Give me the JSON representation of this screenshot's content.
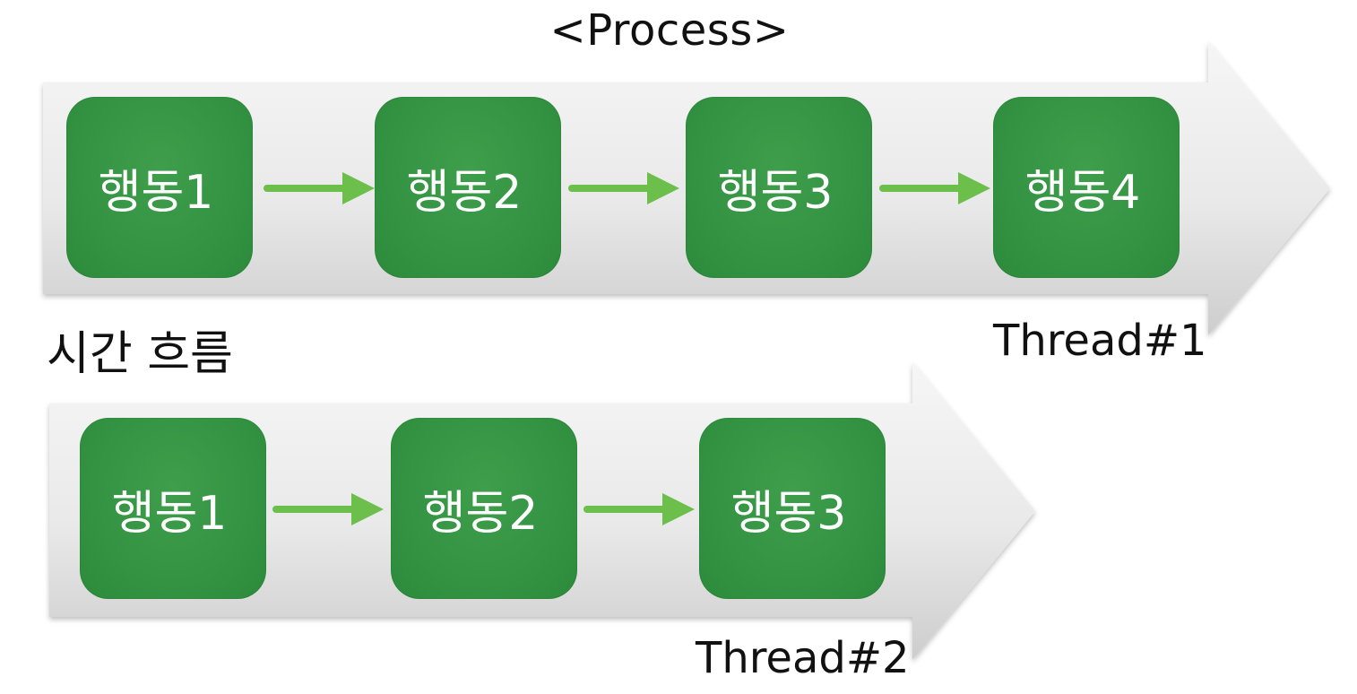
{
  "title": "<Process>",
  "time_label": "시간 흐름",
  "colors": {
    "box_green": "#349343",
    "connector_green": "#6bbf4a",
    "band_light": "#f4f4f4",
    "band_dark": "#cfcfcf"
  },
  "threads": [
    {
      "label": "Thread#1",
      "actions": [
        "행동1",
        "행동2",
        "행동3",
        "행동4"
      ]
    },
    {
      "label": "Thread#2",
      "actions": [
        "행동1",
        "행동2",
        "행동3"
      ]
    }
  ]
}
